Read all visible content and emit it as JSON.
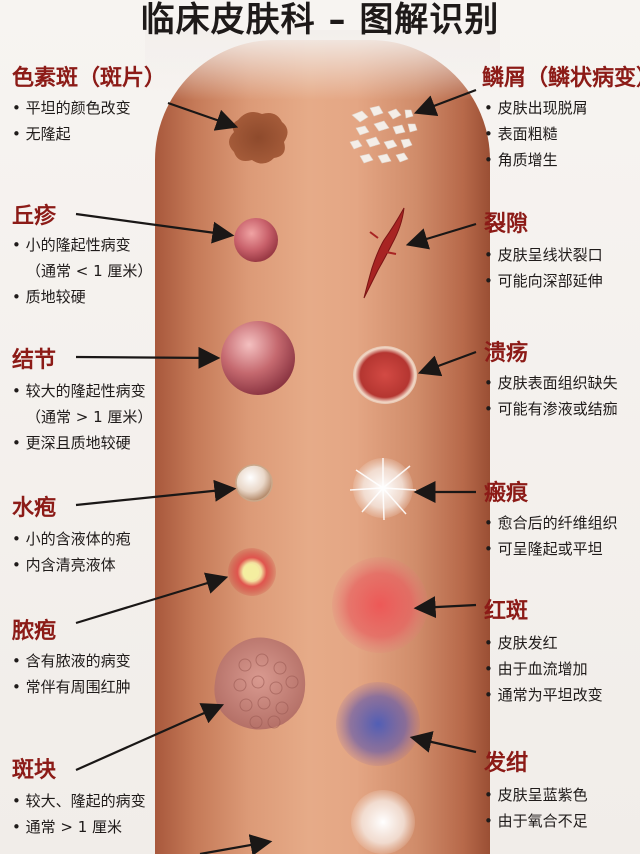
{
  "title": "临床皮肤科 – 图解识别",
  "left": [
    {
      "term": "色素斑（斑片）",
      "bullets": [
        "平坦的颜色改变",
        "无隆起"
      ]
    },
    {
      "term": "丘疹",
      "bullets": [
        "小的隆起性病变",
        "（通常 < 1 厘米）",
        "质地较硬"
      ]
    },
    {
      "term": "结节",
      "bullets": [
        "较大的隆起性病变",
        "（通常 > 1 厘米）",
        "更深且质地较硬"
      ]
    },
    {
      "term": "水疱",
      "bullets": [
        "小的含液体的疱",
        "内含清亮液体"
      ]
    },
    {
      "term": "脓疱",
      "bullets": [
        "含有脓液的病变",
        "常伴有周围红肿"
      ]
    },
    {
      "term": "斑块",
      "bullets": [
        "较大、隆起的病变",
        "通常 > 1 厘米"
      ]
    }
  ],
  "right": [
    {
      "term": "鳞屑（鳞状病变）",
      "bullets": [
        "皮肤出现脱屑",
        "表面粗糙",
        "角质增生"
      ]
    },
    {
      "term": "裂隙",
      "bullets": [
        "皮肤呈线状裂口",
        "可能向深部延伸"
      ]
    },
    {
      "term": "溃疡",
      "bullets": [
        "皮肤表面组织缺失",
        "可能有渗液或结痂"
      ]
    },
    {
      "term": "瘢痕",
      "bullets": [
        "愈合后的纤维组织",
        "可呈隆起或平坦"
      ]
    },
    {
      "term": "红斑",
      "bullets": [
        "皮肤发红",
        "由于血流增加",
        "通常为平坦改变"
      ]
    },
    {
      "term": "发绀",
      "bullets": [
        "皮肤呈蓝紫色",
        "由于氧合不足"
      ]
    }
  ]
}
